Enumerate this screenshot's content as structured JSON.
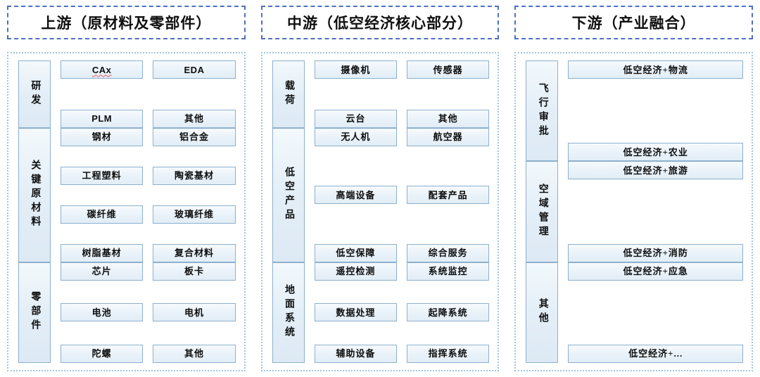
{
  "diagram": {
    "accent_dashed_header_border": "#4f6fbf",
    "panel_dotted_border": "#9fc4e0",
    "box_border": "#8cb0cf",
    "box_fill_top": "#f6fafd",
    "box_fill_bottom": "#e2edf6",
    "misspell_underline": "#e0566a"
  },
  "columns": [
    {
      "key": "upstream",
      "header": "上游（原材料及零部件）",
      "groups": [
        {
          "label": "研发",
          "columns": 2,
          "items": [
            {
              "text": "CAx",
              "script": "latin",
              "misspelled": true
            },
            {
              "text": "EDA",
              "script": "latin",
              "misspelled": false
            },
            {
              "text": "PLM",
              "script": "latin",
              "misspelled": false
            },
            {
              "text": "其他",
              "script": "cjk",
              "misspelled": false
            }
          ]
        },
        {
          "label": "关键原材料",
          "columns": 2,
          "items": [
            {
              "text": "钢材",
              "script": "cjk",
              "misspelled": false
            },
            {
              "text": "铝合金",
              "script": "cjk",
              "misspelled": false
            },
            {
              "text": "工程塑料",
              "script": "cjk",
              "misspelled": false
            },
            {
              "text": "陶瓷基材",
              "script": "cjk",
              "misspelled": false
            },
            {
              "text": "碳纤维",
              "script": "cjk",
              "misspelled": false
            },
            {
              "text": "玻璃纤维",
              "script": "cjk",
              "misspelled": false
            },
            {
              "text": "树脂基材",
              "script": "cjk",
              "misspelled": false
            },
            {
              "text": "复合材料",
              "script": "cjk",
              "misspelled": false
            }
          ]
        },
        {
          "label": "零部件",
          "columns": 2,
          "items": [
            {
              "text": "芯片",
              "script": "cjk",
              "misspelled": false
            },
            {
              "text": "板卡",
              "script": "cjk",
              "misspelled": false
            },
            {
              "text": "电池",
              "script": "cjk",
              "misspelled": false
            },
            {
              "text": "电机",
              "script": "cjk",
              "misspelled": false
            },
            {
              "text": "陀螺",
              "script": "cjk",
              "misspelled": false
            },
            {
              "text": "其他",
              "script": "cjk",
              "misspelled": false
            }
          ]
        }
      ]
    },
    {
      "key": "midstream",
      "header": "中游（低空经济核心部分）",
      "groups": [
        {
          "label": "载荷",
          "columns": 2,
          "items": [
            {
              "text": "摄像机",
              "script": "cjk",
              "misspelled": false
            },
            {
              "text": "传感器",
              "script": "cjk",
              "misspelled": false
            },
            {
              "text": "云台",
              "script": "cjk",
              "misspelled": false
            },
            {
              "text": "其他",
              "script": "cjk",
              "misspelled": false
            }
          ]
        },
        {
          "label": "低空产品",
          "columns": 2,
          "items": [
            {
              "text": "无人机",
              "script": "cjk",
              "misspelled": false
            },
            {
              "text": "航空器",
              "script": "cjk",
              "misspelled": false
            },
            {
              "text": "高端设备",
              "script": "cjk",
              "misspelled": false
            },
            {
              "text": "配套产品",
              "script": "cjk",
              "misspelled": false
            },
            {
              "text": "低空保障",
              "script": "cjk",
              "misspelled": false
            },
            {
              "text": "综合服务",
              "script": "cjk",
              "misspelled": false
            }
          ]
        },
        {
          "label": "地面系统",
          "columns": 2,
          "items": [
            {
              "text": "遥控检测",
              "script": "cjk",
              "misspelled": false
            },
            {
              "text": "系统监控",
              "script": "cjk",
              "misspelled": false
            },
            {
              "text": "数据处理",
              "script": "cjk",
              "misspelled": false
            },
            {
              "text": "起降系统",
              "script": "cjk",
              "misspelled": false
            },
            {
              "text": "辅助设备",
              "script": "cjk",
              "misspelled": false
            },
            {
              "text": "指挥系统",
              "script": "cjk",
              "misspelled": false
            }
          ]
        }
      ]
    },
    {
      "key": "downstream",
      "header": "下游（产业融合）",
      "groups": [
        {
          "label": "飞行审批",
          "columns": 1,
          "items": [
            {
              "text": "低空经济+物流",
              "script": "cjk",
              "misspelled": false
            },
            {
              "text": "低空经济+农业",
              "script": "cjk",
              "misspelled": false
            }
          ]
        },
        {
          "label": "空域管理",
          "columns": 1,
          "items": [
            {
              "text": "低空经济+旅游",
              "script": "cjk",
              "misspelled": false
            },
            {
              "text": "低空经济+消防",
              "script": "cjk",
              "misspelled": false
            }
          ]
        },
        {
          "label": "其他",
          "columns": 1,
          "items": [
            {
              "text": "低空经济+应急",
              "script": "cjk",
              "misspelled": false
            },
            {
              "text": "低空经济+...",
              "script": "cjk",
              "misspelled": false
            }
          ]
        }
      ]
    }
  ]
}
